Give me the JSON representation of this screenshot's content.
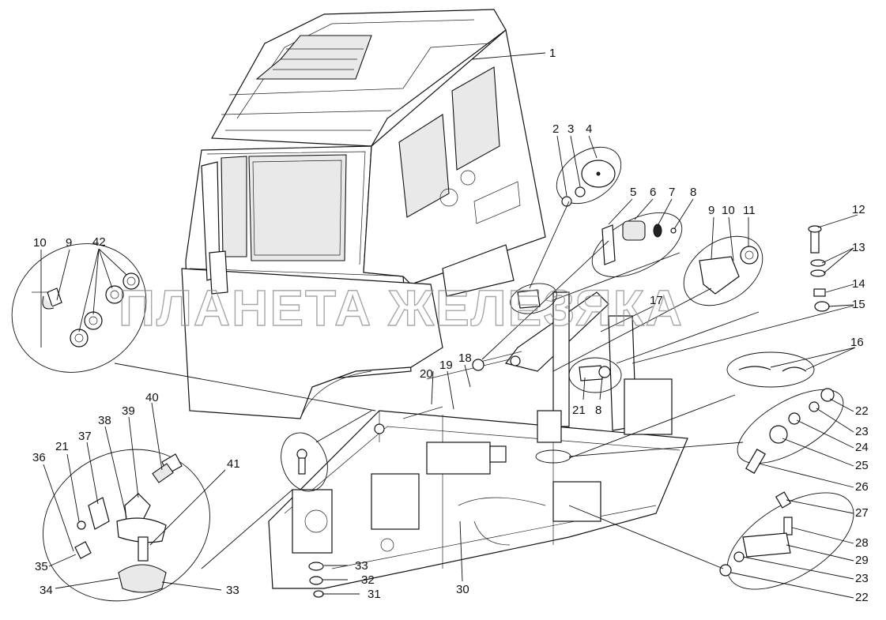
{
  "watermark": "ПЛАНЕТА ЖЕЛЕЗЯКА",
  "callouts": [
    {
      "id": "c1",
      "text": "1"
    },
    {
      "id": "c2",
      "text": "2"
    },
    {
      "id": "c3",
      "text": "3"
    },
    {
      "id": "c4",
      "text": "4"
    },
    {
      "id": "c5",
      "text": "5"
    },
    {
      "id": "c6",
      "text": "6"
    },
    {
      "id": "c7",
      "text": "7"
    },
    {
      "id": "c8a",
      "text": "8"
    },
    {
      "id": "c9a",
      "text": "9"
    },
    {
      "id": "c10a",
      "text": "10"
    },
    {
      "id": "c11",
      "text": "11"
    },
    {
      "id": "c12",
      "text": "12"
    },
    {
      "id": "c13",
      "text": "13"
    },
    {
      "id": "c14",
      "text": "14"
    },
    {
      "id": "c15",
      "text": "15"
    },
    {
      "id": "c16",
      "text": "16"
    },
    {
      "id": "c17",
      "text": "17"
    },
    {
      "id": "c18",
      "text": "18"
    },
    {
      "id": "c19",
      "text": "19"
    },
    {
      "id": "c20",
      "text": "20"
    },
    {
      "id": "c21a",
      "text": "21"
    },
    {
      "id": "c8b",
      "text": "8"
    },
    {
      "id": "c10b",
      "text": "10"
    },
    {
      "id": "c9b",
      "text": "9"
    },
    {
      "id": "c42",
      "text": "42"
    },
    {
      "id": "c22a",
      "text": "22"
    },
    {
      "id": "c23a",
      "text": "23"
    },
    {
      "id": "c24",
      "text": "24"
    },
    {
      "id": "c25",
      "text": "25"
    },
    {
      "id": "c26",
      "text": "26"
    },
    {
      "id": "c27",
      "text": "27"
    },
    {
      "id": "c28",
      "text": "28"
    },
    {
      "id": "c29",
      "text": "29"
    },
    {
      "id": "c23b",
      "text": "23"
    },
    {
      "id": "c22b",
      "text": "22"
    },
    {
      "id": "c40",
      "text": "40"
    },
    {
      "id": "c39",
      "text": "39"
    },
    {
      "id": "c38",
      "text": "38"
    },
    {
      "id": "c37",
      "text": "37"
    },
    {
      "id": "c21b",
      "text": "21"
    },
    {
      "id": "c36",
      "text": "36"
    },
    {
      "id": "c41",
      "text": "41"
    },
    {
      "id": "c35",
      "text": "35"
    },
    {
      "id": "c34",
      "text": "34"
    },
    {
      "id": "c33a",
      "text": "33"
    },
    {
      "id": "c33b",
      "text": "33"
    },
    {
      "id": "c32",
      "text": "32"
    },
    {
      "id": "c31",
      "text": "31"
    },
    {
      "id": "c30",
      "text": "30"
    }
  ]
}
